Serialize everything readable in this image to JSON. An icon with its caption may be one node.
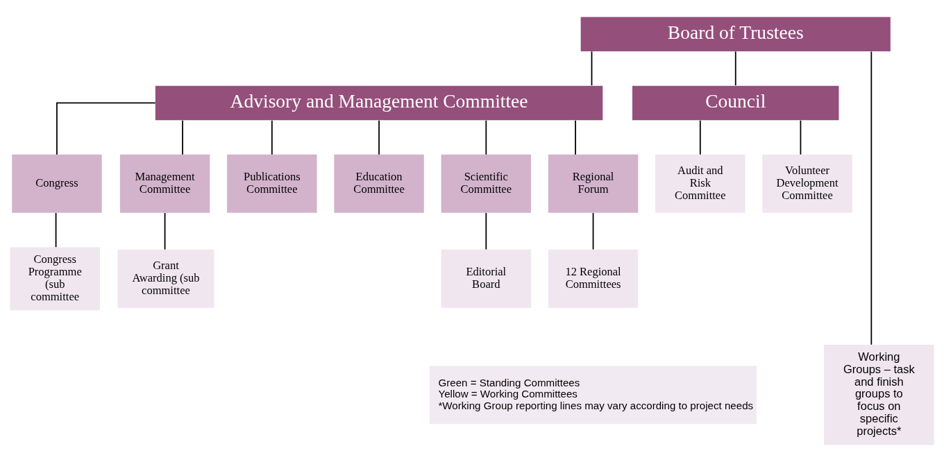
{
  "diagram": {
    "nodes": [
      {
        "text": [
          "Board of Trustees"
        ]
      },
      {
        "text": [
          "Advisory and Management Committee"
        ]
      },
      {
        "text": [
          "Council"
        ]
      },
      {
        "text": [
          "Congress"
        ]
      },
      {
        "text": [
          "Management Committee"
        ]
      },
      {
        "text": [
          "Publications Committee"
        ]
      },
      {
        "text": [
          "Education Committee"
        ]
      },
      {
        "text": [
          "Scientific Committee"
        ]
      },
      {
        "text": [
          "Regional Forum"
        ]
      },
      {
        "text": [
          "Congress Programme (sub committee"
        ]
      },
      {
        "text": [
          "Grant Awarding (sub committee"
        ]
      },
      {
        "text": [
          "Editorial Board"
        ]
      },
      {
        "text": [
          "12 Regional Committees"
        ]
      },
      {
        "text": [
          "Audit and Risk Committee"
        ]
      },
      {
        "text": [
          "Volunteer Development Committee"
        ]
      },
      {
        "text": [
          "Working Groups – task and finish groups to focus on specific projects*"
        ]
      },
      {
        "text": [
          "Green = Standing Committees",
          "Yellow = Working Committees",
          "*Working Group reporting lines may vary according to project needs"
        ]
      }
    ],
    "edges": [
      {
        "from": 0,
        "to": 1,
        "arrow": "none"
      },
      {
        "from": 0,
        "to": 15,
        "arrow": "none"
      },
      {
        "from": 0,
        "to": 2,
        "arrow": "none"
      },
      {
        "from": 1,
        "to": 3,
        "arrow": "none"
      },
      {
        "from": 1,
        "to": 4,
        "arrow": "none"
      },
      {
        "from": 1,
        "to": 5,
        "arrow": "none"
      },
      {
        "from": 1,
        "to": 6,
        "arrow": "none"
      },
      {
        "from": 1,
        "to": 7,
        "arrow": "none"
      },
      {
        "from": 1,
        "to": 8,
        "arrow": "none"
      },
      {
        "from": 3,
        "to": 9,
        "arrow": "none"
      },
      {
        "from": 4,
        "to": 10,
        "arrow": "none"
      },
      {
        "from": 7,
        "to": 11,
        "arrow": "none"
      },
      {
        "from": 8,
        "to": 12,
        "arrow": "none"
      },
      {
        "from": 2,
        "to": 13,
        "arrow": "none"
      },
      {
        "from": 2,
        "to": 14,
        "arrow": "none"
      }
    ]
  }
}
